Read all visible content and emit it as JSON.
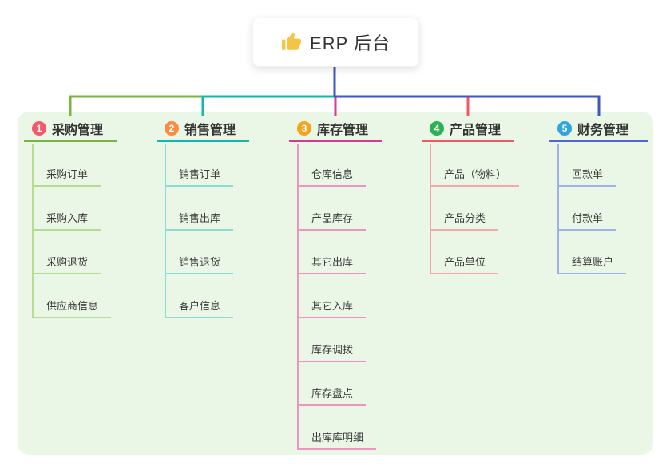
{
  "root": {
    "label": "ERP 后台",
    "icon": "thumbs-up-icon",
    "icon_color": "#f6c445",
    "line_color": "#4356c1"
  },
  "panel_bg": "#ebf7e6",
  "branches": [
    {
      "badge": "1",
      "label": "采购管理",
      "badge_color": "#f3596b",
      "color": "#7cb342",
      "light_color": "#b5dd92",
      "children": [
        "采购订单",
        "采购入库",
        "采购退货",
        "供应商信息"
      ]
    },
    {
      "badge": "2",
      "label": "销售管理",
      "badge_color": "#f98c41",
      "color": "#14b8ab",
      "light_color": "#8adcd4",
      "children": [
        "销售订单",
        "销售出库",
        "销售退货",
        "客户信息"
      ]
    },
    {
      "badge": "3",
      "label": "库存管理",
      "badge_color": "#f6a41f",
      "color": "#d63b92",
      "light_color": "#ef93c3",
      "children": [
        "仓库信息",
        "产品库存",
        "其它出库",
        "其它入库",
        "库存调拨",
        "库存盘点",
        "出库库明细"
      ]
    },
    {
      "badge": "4",
      "label": "产品管理",
      "badge_color": "#2db154",
      "color": "#f25862",
      "light_color": "#f8a6aa",
      "children": [
        "产品（物料）",
        "产品分类",
        "产品单位"
      ]
    },
    {
      "badge": "5",
      "label": "财务管理",
      "badge_color": "#31a5de",
      "color": "#5068d0",
      "light_color": "#9fb1ea",
      "children": [
        "回款单",
        "付款单",
        "结算账户"
      ]
    }
  ]
}
